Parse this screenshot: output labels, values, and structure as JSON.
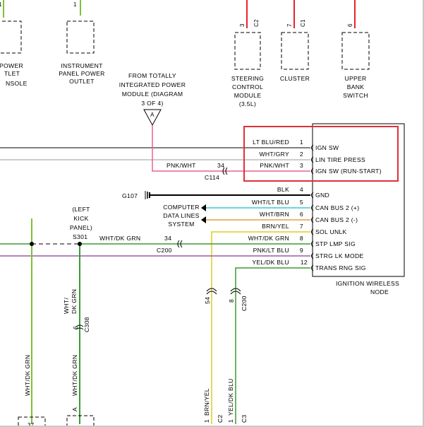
{
  "colors": {
    "red": "#e8232d",
    "pink": "#e8638a",
    "cyan": "#3cc8cf",
    "orange": "#e6a23c",
    "green": "#3a9c32",
    "lightgreen": "#7fbf3a",
    "purple": "#9a5ca8",
    "yellow": "#e7d85a",
    "gray": "#9a9a9a",
    "highlight": "#e0303a"
  },
  "top_connectors": {
    "power_outlet": {
      "pin": "1",
      "label1": "POWER",
      "label2": "TLET",
      "label3": "NSOLE"
    },
    "instrument_panel": {
      "pin": "1",
      "label1": "INSTRUMENT",
      "label2": "PANEL POWER",
      "label3": "OUTLET"
    },
    "steering": {
      "pin": "3",
      "conn": "C2",
      "label1": "STEERING",
      "label2": "CONTROL",
      "label3": "MODULE",
      "label4": "(3.5L)"
    },
    "cluster": {
      "pin": "7",
      "conn": "C1",
      "label1": "CLUSTER"
    },
    "upper_bank": {
      "pin": "6",
      "label1": "UPPER",
      "label2": "BANK",
      "label3": "SWITCH"
    }
  },
  "ipm": {
    "label1": "FROM TOTALLY",
    "label2": "INTEGRATED POWER",
    "label3": "MODULE (DIAGRAM",
    "label4": "3 OF 4)",
    "arrow_letter": "A"
  },
  "node": {
    "label1": "IGNITION WIRELESS",
    "label2": "NODE",
    "pins": [
      {
        "wire": "LT BLU/RED",
        "pin": "1",
        "signal": "IGN SW"
      },
      {
        "wire": "WHT/GRY",
        "pin": "2",
        "signal": "LIN TIRE PRESS"
      },
      {
        "wire": "PNK/WHT",
        "pin": "3",
        "signal": "IGN SW (RUN-START)"
      },
      {
        "wire": "BLK",
        "pin": "4",
        "signal": "GND"
      },
      {
        "wire": "WHT/LT BLU",
        "pin": "5",
        "signal": "CAN BUS 2 (+)"
      },
      {
        "wire": "WHT/BRN",
        "pin": "6",
        "signal": "CAN BUS 2 (-)"
      },
      {
        "wire": "BRN/YEL",
        "pin": "7",
        "signal": "SOL UNLK"
      },
      {
        "wire": "WHT/DK GRN",
        "pin": "8",
        "signal": "STP LMP SIG"
      },
      {
        "wire": "PNK/LT BLU",
        "pin": "9",
        "signal": "STRG LK MODE"
      },
      {
        "wire": "YEL/DK BLU",
        "pin": "12",
        "signal": "TRANS RNG SIG"
      }
    ]
  },
  "splices": {
    "c114_wire": "PNK/WHT",
    "c114_pin": "34",
    "c114_name": "C114",
    "g107": "G107",
    "computer_lines": [
      "COMPUTER",
      "DATA LINES",
      "SYSTEM"
    ],
    "kick_panel": [
      "(LEFT",
      "KICK",
      "PANEL)"
    ],
    "s301": "S301",
    "c200_wire": "WHT/DK GRN",
    "c200_pin": "34",
    "c200_name": "C200",
    "c308_wire1": "WHT/",
    "c308_wire2": "DK GRN",
    "c308_pin": "6",
    "c308_name": "C308",
    "c200b_pin": "8",
    "c200b_name": "C200",
    "c200b_pin2": "54"
  },
  "bottom": {
    "left_wire": "WHT/DK GRN",
    "left_pin": "37",
    "mid_wire": "WHT/DK GRN",
    "mid_pin": "A",
    "brn_pin": "1",
    "brn_wire": "BRN/YEL",
    "brn_conn": "C2",
    "yel_pin": "1",
    "yel_wire": "YEL/DK BLU",
    "yel_conn": "C3"
  }
}
